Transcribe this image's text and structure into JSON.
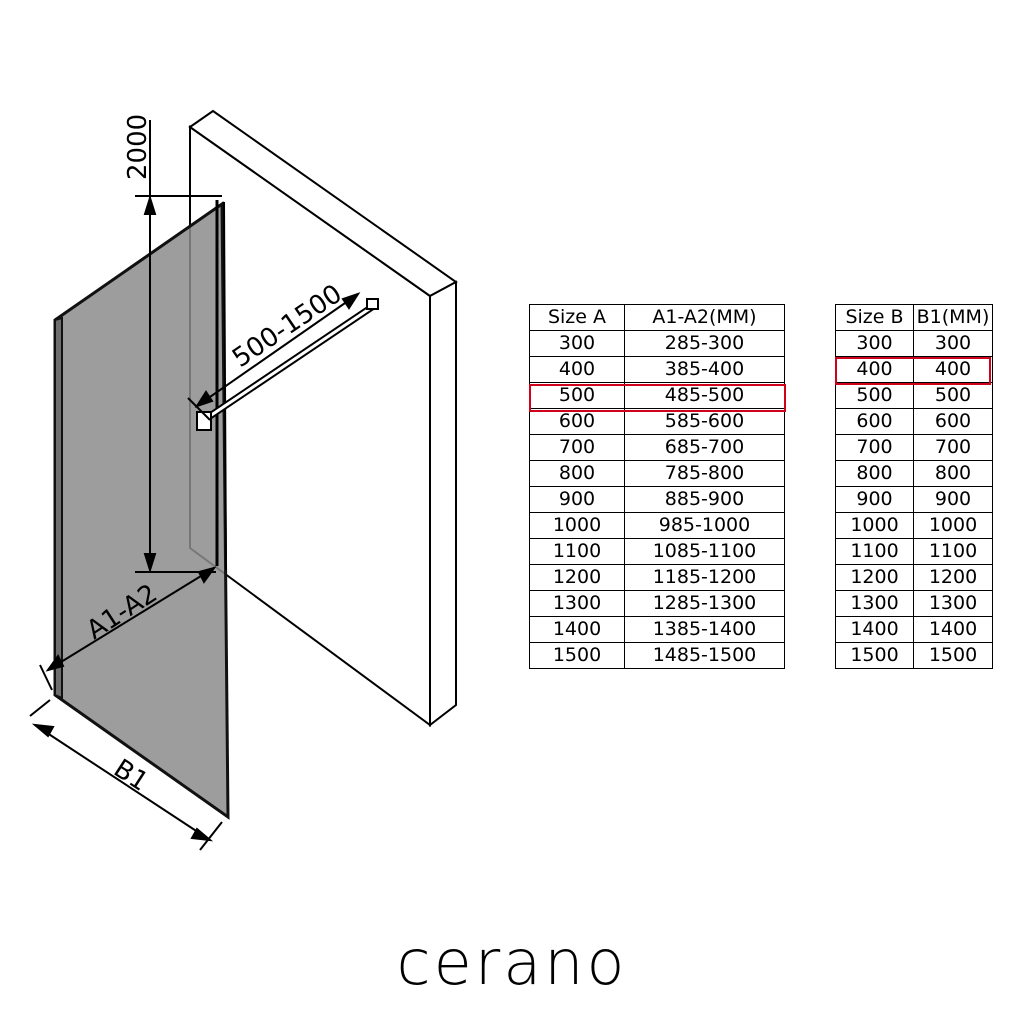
{
  "diagram": {
    "height_label": "2000",
    "arm_label": "500-1500",
    "a_label": "A1-A2",
    "b_label": "B1"
  },
  "table_a": {
    "headers": [
      "Size  A",
      "A1-A2(MM)"
    ],
    "rows": [
      [
        "300",
        "285-300"
      ],
      [
        "400",
        "385-400"
      ],
      [
        "500",
        "485-500"
      ],
      [
        "600",
        "585-600"
      ],
      [
        "700",
        "685-700"
      ],
      [
        "800",
        "785-800"
      ],
      [
        "900",
        "885-900"
      ],
      [
        "1000",
        "985-1000"
      ],
      [
        "1100",
        "1085-1100"
      ],
      [
        "1200",
        "1185-1200"
      ],
      [
        "1300",
        "1285-1300"
      ],
      [
        "1400",
        "1385-1400"
      ],
      [
        "1500",
        "1485-1500"
      ]
    ],
    "highlighted_row": "500"
  },
  "table_b": {
    "headers": [
      "Size  B",
      "B1(MM)"
    ],
    "rows": [
      [
        "300",
        "300"
      ],
      [
        "400",
        "400"
      ],
      [
        "500",
        "500"
      ],
      [
        "600",
        "600"
      ],
      [
        "700",
        "700"
      ],
      [
        "800",
        "800"
      ],
      [
        "900",
        "900"
      ],
      [
        "1000",
        "1000"
      ],
      [
        "1100",
        "1100"
      ],
      [
        "1200",
        "1200"
      ],
      [
        "1300",
        "1300"
      ],
      [
        "1400",
        "1400"
      ],
      [
        "1500",
        "1500"
      ]
    ],
    "highlighted_row": "400"
  },
  "brand": "cerano",
  "colors": {
    "glass": "#8c8c8c",
    "highlight": "#d0021b",
    "line": "#000000"
  }
}
